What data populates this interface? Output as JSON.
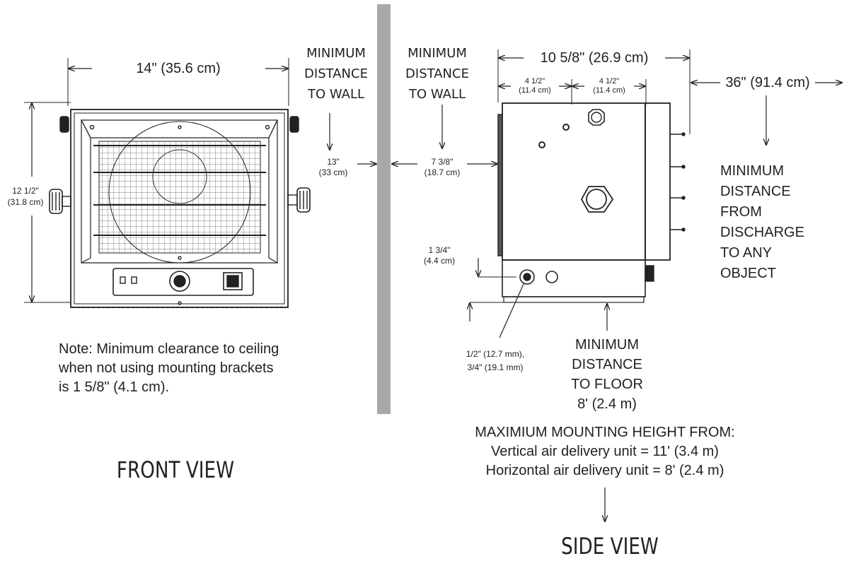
{
  "front_view": {
    "title": "FRONT VIEW",
    "width_dim": "14\" (35.6 cm)",
    "height_dim_in": "12 1/2\"",
    "height_dim_cm": "(31.8 cm)",
    "note_lines": [
      "Note: Minimum clearance to ceiling",
      "when not using mounting brackets",
      "is 1 5/8\" (4.1 cm)."
    ]
  },
  "wall_left": {
    "label_lines": [
      "MINIMUM",
      "DISTANCE",
      "TO WALL"
    ],
    "dim_in": "13\"",
    "dim_cm": "(33 cm)"
  },
  "wall_right": {
    "label_lines": [
      "MINIMUM",
      "DISTANCE",
      "TO WALL"
    ],
    "dim_in": "7 3/8\"",
    "dim_cm": "(18.7 cm)"
  },
  "side_view": {
    "title": "SIDE VIEW",
    "depth_dim": "10 5/8\" (26.9 cm)",
    "sub_left_in": "4 1/2\"",
    "sub_left_cm": "(11.4 cm)",
    "sub_right_in": "4 1/2\"",
    "sub_right_cm": "(11.4 cm)",
    "discharge_dim": "36\" (91.4 cm)",
    "discharge_label_lines": [
      "MINIMUM",
      "DISTANCE",
      "FROM",
      "DISCHARGE",
      "TO ANY",
      "OBJECT"
    ],
    "bottom_dim_in": "1 3/4\"",
    "bottom_dim_cm": "(4.4 cm)",
    "knockout_line1": "1/2\" (12.7 mm),",
    "knockout_line2": "3/4\" (19.1 mm)",
    "floor_label_lines": [
      "MINIMUM",
      "DISTANCE",
      "TO FLOOR",
      "8' (2.4 m)"
    ],
    "mounting_lines": [
      "MAXIMIUM MOUNTING HEIGHT FROM:",
      "Vertical air delivery unit = 11' (3.4 m)",
      "Horizontal air delivery unit = 8' (2.4 m)"
    ]
  },
  "colors": {
    "wall": "#a8a8a8",
    "line": "#222222"
  }
}
